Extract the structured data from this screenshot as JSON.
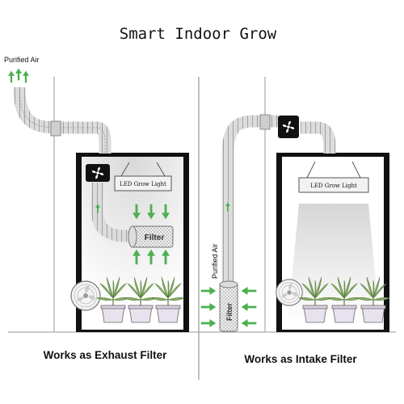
{
  "title": "Smart Indoor Grow",
  "left_panel": {
    "purified_air_label": "Purified Air",
    "led_label": "LED Grow Light",
    "filter_label": "Filter",
    "caption": "Works as Exhaust Filter"
  },
  "right_panel": {
    "purified_air_label": "Purified Air",
    "led_label": "LED Grow Light",
    "filter_label": "Filter",
    "caption": "Works as Intake Filter"
  },
  "colors": {
    "arrow_green": "#4caf50",
    "tent_black": "#111111",
    "wall_gray": "#aaaaaa",
    "pot_purple": "#e8e2ee",
    "leaf_green": "#8bb06a"
  }
}
